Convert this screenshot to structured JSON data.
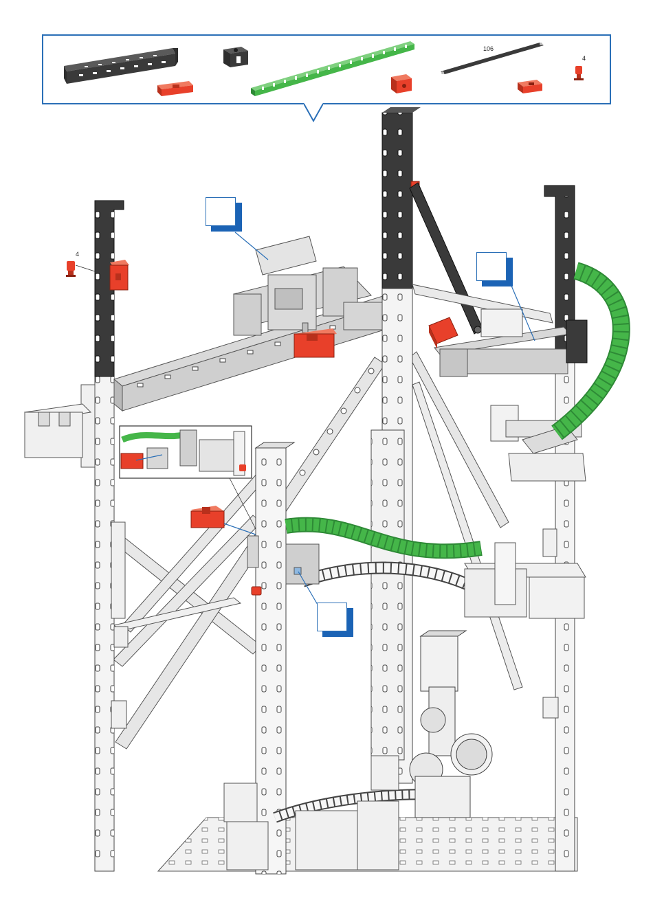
{
  "parts_panel": {
    "items": [
      {
        "name": "black-girder-part",
        "color": "#3a3a3a"
      },
      {
        "name": "red-building-block",
        "color": "#e8402a"
      },
      {
        "name": "black-cube-block",
        "color": "#3a3a3a"
      },
      {
        "name": "green-chain-track",
        "color": "#45b649"
      },
      {
        "name": "red-block-square",
        "color": "#e8402a"
      },
      {
        "name": "black-strut",
        "color": "#3a3a3a",
        "label": "106"
      },
      {
        "name": "red-small-block",
        "color": "#e8402a"
      },
      {
        "name": "red-connector",
        "color": "#e8402a",
        "label": "4"
      }
    ]
  },
  "scene": {
    "left_connector_label": "4"
  },
  "colors": {
    "accent_blue": "#2a6fb7",
    "step_shadow": "#1b63b5",
    "red_part": "#e8402a",
    "green_part": "#45b649",
    "dark_part": "#3a3a3a",
    "gray_part": "#c9c9c9",
    "light_part": "#f4f4f4"
  }
}
